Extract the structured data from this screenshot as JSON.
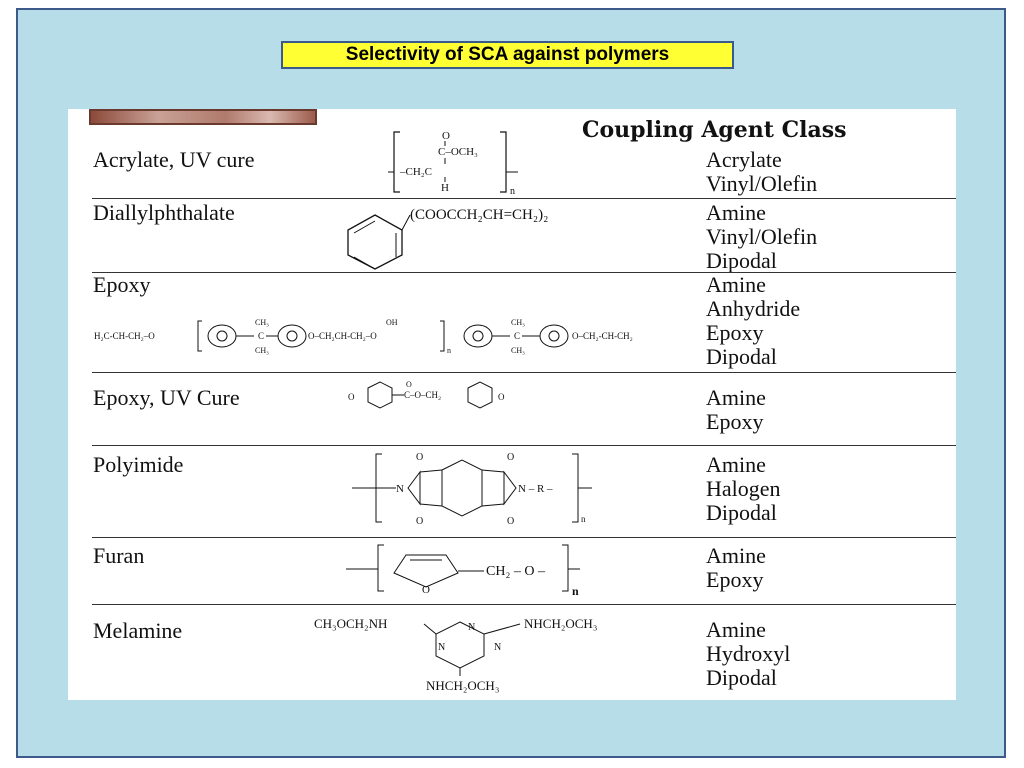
{
  "title": "Selectivity of SCA against polymers",
  "table": {
    "header": "Coupling Agent Class",
    "rows": [
      {
        "polymer": "Acrylate, UV cure",
        "agents": [
          "Acrylate",
          "Vinyl/Olefin"
        ]
      },
      {
        "polymer": "Diallylphthalate",
        "agents": [
          "Amine",
          "Vinyl/Olefin",
          "Dipodal"
        ]
      },
      {
        "polymer": "Epoxy",
        "agents": [
          "Amine",
          "Anhydride",
          "Epoxy",
          "Dipodal"
        ]
      },
      {
        "polymer": "Epoxy, UV Cure",
        "agents": [
          "Amine",
          "Epoxy"
        ]
      },
      {
        "polymer": "Polyimide",
        "agents": [
          "Amine",
          "Halogen",
          "Dipodal"
        ]
      },
      {
        "polymer": "Furan",
        "agents": [
          "Amine",
          "Epoxy"
        ]
      },
      {
        "polymer": "Melamine",
        "agents": [
          "Amine",
          "Hydroxyl",
          "Dipodal"
        ]
      }
    ]
  },
  "structures": {
    "acrylate": {
      "ester": "C–OCH₃",
      "o": "O",
      "ch2": "–CH₂C",
      "h": "H",
      "n": "n"
    },
    "dap": {
      "formula": "(COOCCH₂CH=CH₂)₂"
    },
    "epoxy": {
      "end_left": "H₂C-CH-CH₂–O",
      "ch3": "CH₃",
      "c": "C",
      "oh": "OH",
      "mid": "O–CH₂CH-CH₂–O",
      "end_right": "O–CH₂-CH-CH₂",
      "n": "n"
    },
    "epoxy_uv": {
      "link": "C–O–CH₂",
      "o": "O"
    },
    "polyimide": {
      "o": "O",
      "n_atom": "N",
      "r": "N – R –",
      "n": "n"
    },
    "furan": {
      "o": "O",
      "link": "CH₂ – O –",
      "n": "n"
    },
    "melamine": {
      "left": "CH₃OCH₂NH",
      "right": "NHCH₂OCH₃",
      "bottom": "NHCH₂OCH₃",
      "n_atom": "N"
    }
  }
}
